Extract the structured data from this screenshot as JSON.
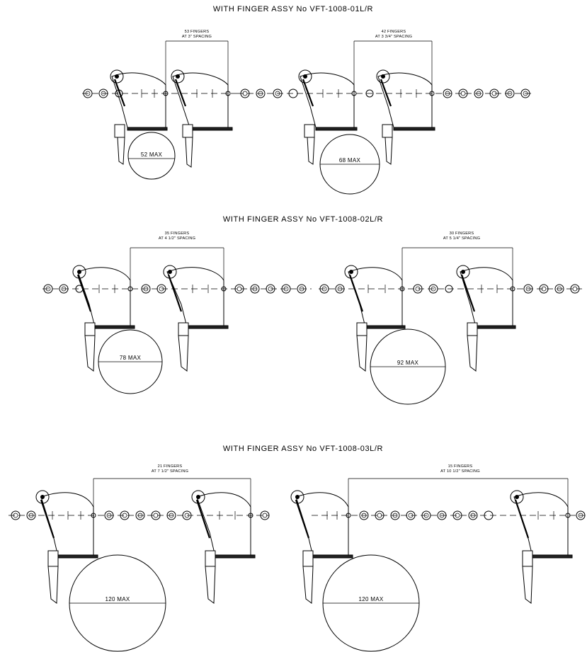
{
  "sections": [
    {
      "title": "WITH FINGER ASSY No VFT-1008-01L/R",
      "assemblies": [
        {
          "fingers": "53 FINGERS",
          "spacing": "AT 3\" SPACING",
          "max": "52 MAX"
        },
        {
          "fingers": "42 FINGERS",
          "spacing": "AT 3 3/4\" SPACING",
          "max": "68 MAX"
        }
      ]
    },
    {
      "title": "WITH FINGER ASSY No VFT-1008-02L/R",
      "assemblies": [
        {
          "fingers": "35 FINGERS",
          "spacing": "AT 4 1/2\" SPACING",
          "max": "78 MAX"
        },
        {
          "fingers": "30 FINGERS",
          "spacing": "AT 5 1/4\" SPACING",
          "max": "92 MAX"
        }
      ]
    },
    {
      "title": "WITH FINGER ASSY No VFT-1008-03L/R",
      "assemblies": [
        {
          "fingers": "21 FINGERS",
          "spacing": "AT 7 1/2\" SPACING",
          "max": "120 MAX"
        },
        {
          "fingers": "15 FINGERS",
          "spacing": "AT 10 1/2\" SPACING",
          "max": "120 MAX"
        }
      ]
    }
  ]
}
